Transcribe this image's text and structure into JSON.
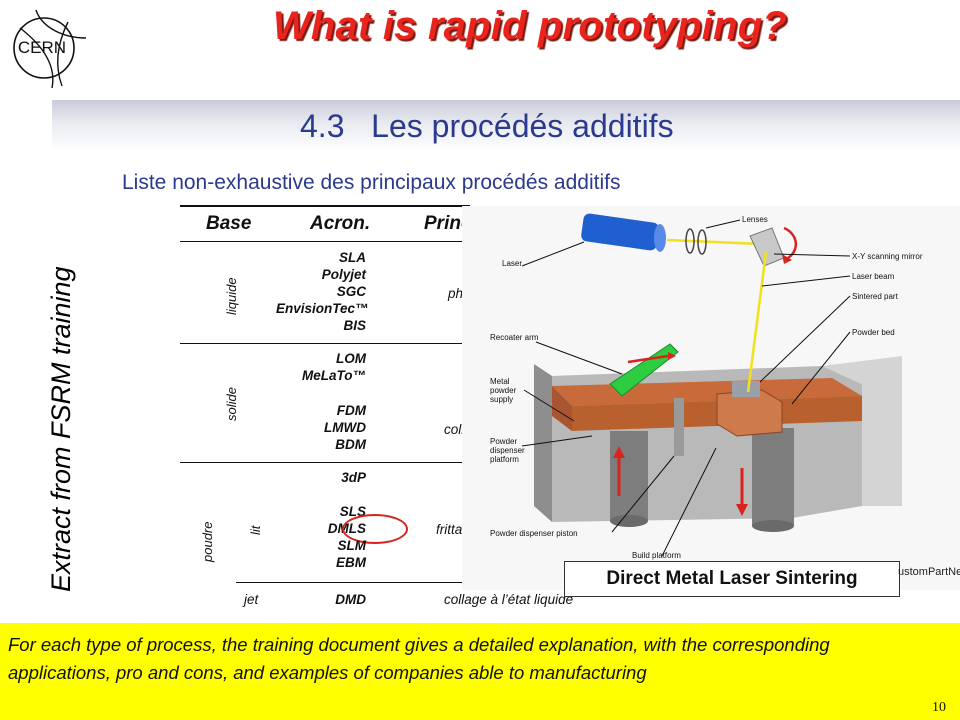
{
  "slide": {
    "title": "What is rapid prototyping?",
    "logo_text": "CERN",
    "section_heading": "4.3   Les procédés additifs",
    "subtitle": "Liste non-exhaustive des principaux procédés additifs",
    "side_text": "Extract from FSRM training",
    "note": "For each type of process, the training document gives a detailed explanation, with the corresponding applications, pro and cons, and examples of companies able to manufacturing",
    "page_number": "10"
  },
  "table": {
    "headers": {
      "base": "Base",
      "acronym": "Acron.",
      "principle": "Princ"
    },
    "groups": {
      "liquide": {
        "label": "liquide",
        "acronyms": [
          "SLA",
          "Polyjet",
          "SGC",
          "EnvisionTec™",
          "BIS"
        ],
        "principle": "ph"
      },
      "solide": {
        "label": "solide",
        "acronyms": [
          "LOM",
          "MeLaTo™",
          "FDM",
          "LMWD",
          "BDM"
        ],
        "principle_top": "(",
        "principle": "colla"
      },
      "poudre": {
        "label": "poudre",
        "lit_label": "lit",
        "lit_acronyms": [
          "3dP",
          "SLS",
          "DMLS",
          "SLM",
          "EBM"
        ],
        "lit_principle": "fritta",
        "jet_label": "jet",
        "jet_acronym": "DMD",
        "jet_principle": "collage à l’état liquide"
      }
    },
    "highlight": "DMLS",
    "highlight_color": "#d9231c"
  },
  "diagram": {
    "caption": "Direct Metal Laser Sintering",
    "watermark": "ustomPartNet",
    "labels": {
      "lenses": "Lenses",
      "laser": "Laser",
      "mirror": "X-Y scanning mirror",
      "laser_beam": "Laser beam",
      "sintered_part": "Sintered part",
      "powder_bed": "Powder bed",
      "recoater": "Recoater arm",
      "metal_powder": [
        "Metal",
        "powder",
        "supply"
      ],
      "dispenser_platform": [
        "Powder",
        "dispenser",
        "platform"
      ],
      "dispenser_piston": "Powder dispenser piston",
      "build_platform": "Build platform"
    }
  },
  "colors": {
    "title_red": "#e8241c",
    "heading_blue": "#2b3a8e",
    "note_yellow": "#ffff00",
    "powder_orange": "#c96a3a",
    "laser_blue": "#1f5fd0",
    "recoater_green": "#2ecc40"
  }
}
